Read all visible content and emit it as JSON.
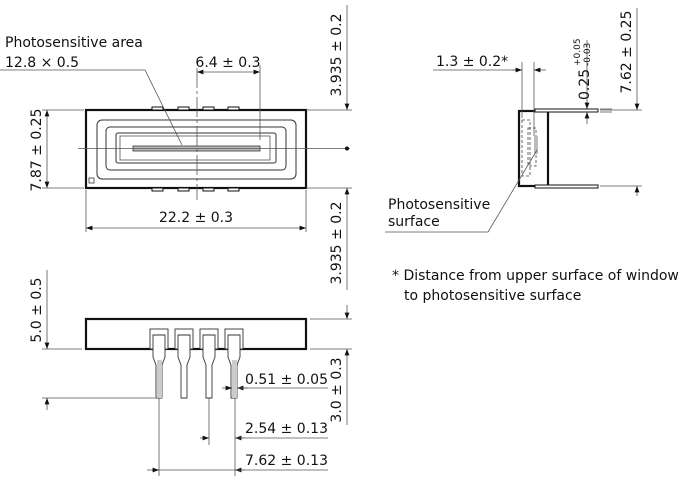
{
  "top_view": {
    "area_label": "Photosensitive area",
    "area_size": "12.8 × 0.5",
    "offset_dim": "6.4 ± 0.3",
    "height_dim": "7.87 ± 0.25",
    "width_dim": "22.2 ± 0.3",
    "upper_dim": "3.935 ± 0.2",
    "lower_dim": "3.935 ± 0.2"
  },
  "side_view": {
    "depth_dim": "1.3 ± 0.2*",
    "lead_thickness_base": "0.25",
    "lead_thickness_plus": "+0.05",
    "lead_thickness_minus": "-0.03",
    "row_spacing_dim": "7.62 ± 0.25",
    "surface_label_1": "Photosensitive",
    "surface_label_2": "surface"
  },
  "front_view": {
    "height_dim": "5.0 ± 0.5",
    "lead_length_dim": "3.0 ± 0.3",
    "lead_width_dim": "0.51 ± 0.05",
    "pitch_dim": "2.54 ± 0.13",
    "span_dim": "7.62 ± 0.13"
  },
  "footnote": {
    "line1": "* Distance from upper surface of window",
    "line2": "to photosensitive surface"
  }
}
